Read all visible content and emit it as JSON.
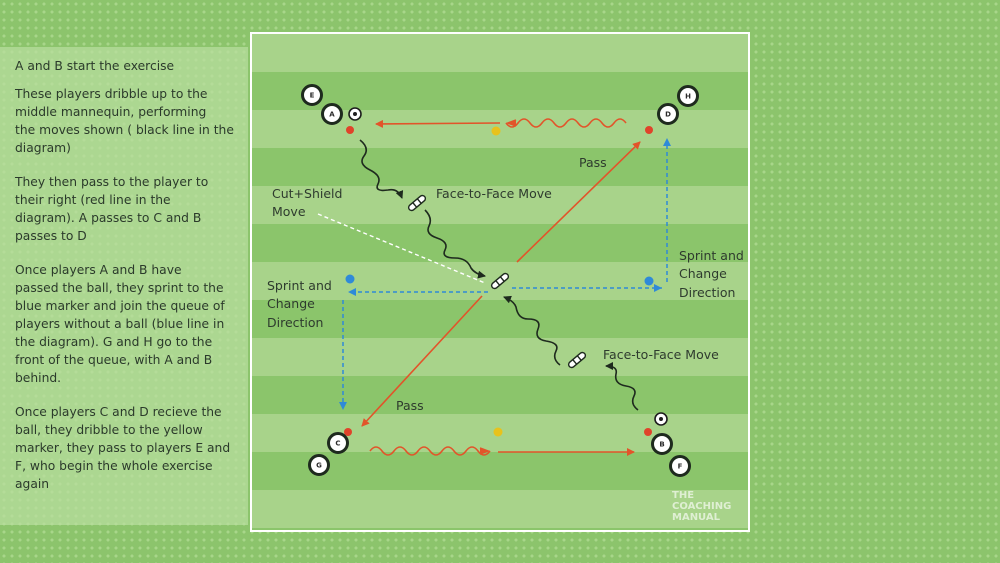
{
  "instructions": [
    "A and B start the exercise",
    "These players dribble up to the\nmiddle mannequin, performing\nthe moves shown ( black line in the\ndiagram)",
    "They then pass to the player to\ntheir right (red line in the\ndiagram).  A passes to C and B\npasses to D",
    "Once players A and B have\npassed the ball, they sprint to the\nblue marker and join the queue of\nplayers without a ball (blue line in\nthe diagram).  G and H go to the\nfront of the queue, with A and B\nbehind.",
    "Once players C and D recieve the\nball, they dribble to the yellow\nmarker, they pass to players E and\nF, who begin the whole exercise\nagain"
  ],
  "labels": {
    "pass_top": "Pass",
    "pass_bottom": "Pass",
    "face_top": "Face-to-Face Move",
    "face_bottom": "Face-to-Face Move",
    "cut_shield": [
      "Cut+Shield",
      "Move"
    ],
    "sprint_left": [
      "Sprint and",
      "Change",
      "Direction"
    ],
    "sprint_right": [
      "Sprint and",
      "Change",
      "Direction"
    ]
  },
  "players": {
    "A": "A",
    "B": "B",
    "C": "C",
    "D": "D",
    "E": "E",
    "F": "F",
    "G": "G",
    "H": "H"
  },
  "logo": [
    "THE",
    "COACHING",
    "MANUAL"
  ],
  "colors": {
    "pass": "#e2542a",
    "dribble": "#e2542a",
    "move": "#1e2a1e",
    "sprint": "#2f8ad8",
    "cone_yellow": "#e8c21c",
    "cone_blue": "#2f8ad8",
    "cone_red": "#e0432a"
  }
}
